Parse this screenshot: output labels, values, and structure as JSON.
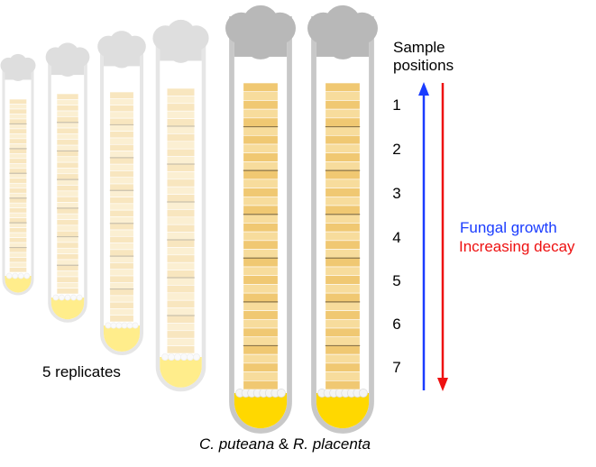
{
  "header": {
    "line1": "Sample",
    "line2": "positions"
  },
  "positions": [
    "1",
    "2",
    "3",
    "4",
    "5",
    "6",
    "7"
  ],
  "arrows": {
    "growth_label": "Fungal growth",
    "growth_color": "#1a3cff",
    "decay_label": "Increasing decay",
    "decay_color": "#ee1111"
  },
  "replicates_label": "5 replicates",
  "caption": {
    "species1": "C. puteana",
    "conj": " & ",
    "species2": "R. placenta"
  },
  "colors": {
    "tube_outline": "#c8c8c8",
    "cotton": "#b8b8b8",
    "wood_sample": "#f0c872",
    "agar": "#ffd800"
  },
  "tubes": [
    {
      "id": "tube-1",
      "faded": true,
      "samples": 7
    },
    {
      "id": "tube-2",
      "faded": true,
      "samples": 7
    },
    {
      "id": "tube-3",
      "faded": true,
      "samples": 7
    },
    {
      "id": "tube-4",
      "faded": true,
      "samples": 7
    },
    {
      "id": "tube-5",
      "faded": false,
      "samples": 7
    },
    {
      "id": "tube-6",
      "faded": false,
      "samples": 7
    }
  ]
}
